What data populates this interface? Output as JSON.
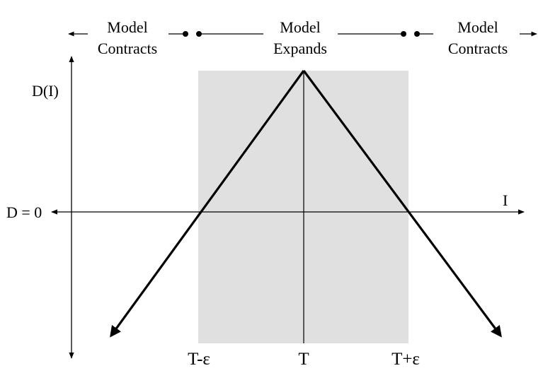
{
  "regions": {
    "left": {
      "line1": "Model",
      "line2": "Contracts"
    },
    "center": {
      "line1": "Model",
      "line2": "Expands"
    },
    "right": {
      "line1": "Model",
      "line2": "Contracts"
    }
  },
  "axes": {
    "y_label": "D(I)",
    "x_label": "I",
    "zero_label": "D = 0"
  },
  "ticks": {
    "lower": "T-ε",
    "threshold": "T",
    "upper": "T+ε"
  },
  "colors": {
    "band": "#e0e0e0",
    "ink": "#000000"
  }
}
